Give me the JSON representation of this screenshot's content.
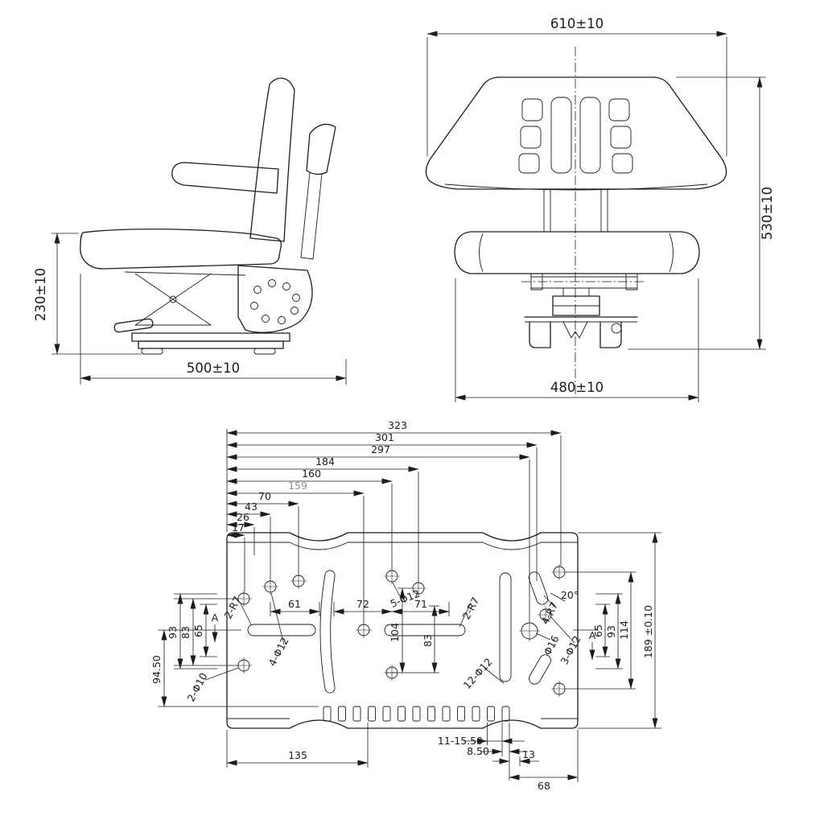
{
  "style": {
    "background": "#ffffff",
    "line_color": "#1c1c1c",
    "muted_dim_color": "#8f8f8f"
  },
  "views": {
    "side": {
      "height_dim": "230±10",
      "length_dim": "500±10"
    },
    "front": {
      "width_dim": "610±10",
      "height_dim": "530±10",
      "base_width_dim": "480±10"
    },
    "plate": {
      "top_dims": [
        "323",
        "301",
        "297",
        "184",
        "160",
        "159",
        "70",
        "43",
        "26",
        "17"
      ],
      "left_dims": [
        "93",
        "83",
        "65",
        "94.50"
      ],
      "right_dims": [
        "65",
        "93",
        "114",
        "189 ±0.10"
      ],
      "inner_dims": [
        "61",
        "72",
        "71",
        "104",
        "83"
      ],
      "bottom_dims": [
        "135",
        "11-15.50",
        "8.50",
        "13",
        "68"
      ],
      "callouts": {
        "left_slot_radius": "2-R7",
        "left_holes": "4-Φ12",
        "bottom_left_holes": "2-Φ10",
        "center_holes": "5-Φ12",
        "center_slot_radius": "2-R7",
        "slot_holes": "12-Φ12",
        "tilted_slot_radius": "4-R7",
        "tilted_slot_angle": "20°",
        "right_holes": "3-Φ12",
        "large_hole": "Φ16"
      },
      "section_label": "A"
    }
  }
}
